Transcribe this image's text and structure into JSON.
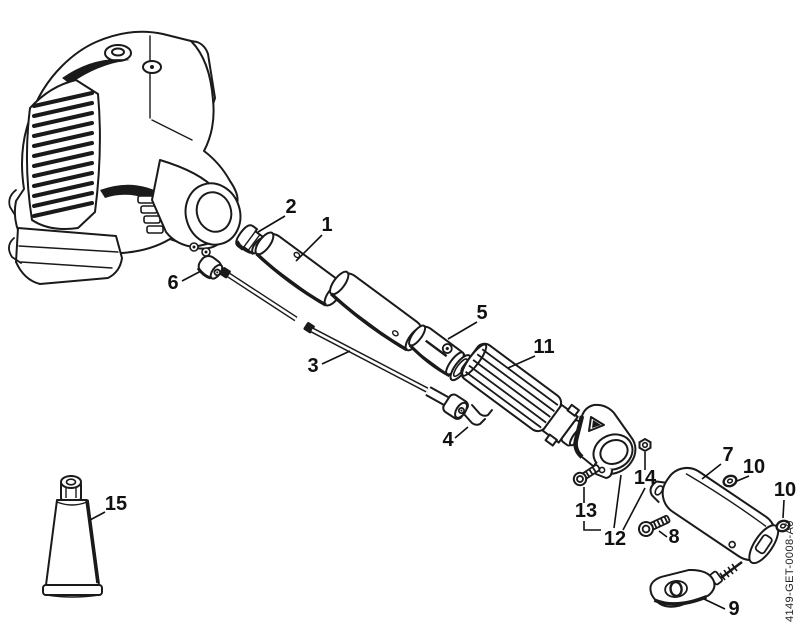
{
  "page": {
    "background": "#ffffff",
    "ink": "#1a1a1a"
  },
  "diagram": {
    "drawing_number": "4149-GET-0008-A0",
    "callouts": [
      {
        "label": "1"
      },
      {
        "label": "2"
      },
      {
        "label": "3"
      },
      {
        "label": "4"
      },
      {
        "label": "5"
      },
      {
        "label": "6"
      },
      {
        "label": "7"
      },
      {
        "label": "8"
      },
      {
        "label": "9"
      },
      {
        "label": "10"
      },
      {
        "label": "10"
      },
      {
        "label": "11"
      },
      {
        "label": "12"
      },
      {
        "label": "13"
      },
      {
        "label": "14"
      },
      {
        "label": "15"
      }
    ]
  }
}
